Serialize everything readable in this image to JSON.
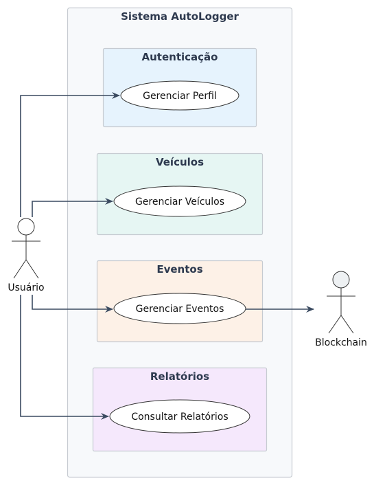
{
  "system": {
    "title": "Sistema AutoLogger",
    "fill": "#f7f9fb",
    "stroke": "#c6cbd1"
  },
  "packages": [
    {
      "id": "autenticacao",
      "title": "Autenticação",
      "fill": "#e6f3fd",
      "use_case": "Gerenciar Perfil"
    },
    {
      "id": "veiculos",
      "title": "Veículos",
      "fill": "#e6f6f3",
      "use_case": "Gerenciar Veículos"
    },
    {
      "id": "eventos",
      "title": "Eventos",
      "fill": "#fdf1e7",
      "use_case": "Gerenciar Eventos"
    },
    {
      "id": "relatorios",
      "title": "Relatórios",
      "fill": "#f5e8fc",
      "use_case": "Consultar Relatórios"
    }
  ],
  "actors": {
    "usuario": {
      "label": "Usuário",
      "fill": "#ffffff"
    },
    "blockchain": {
      "label": "Blockchain",
      "fill": "#eef1f3"
    }
  },
  "colors": {
    "edge": "#3a4a60",
    "title_text": "#2e3a4f",
    "package_stroke": "#c6cbd1"
  }
}
